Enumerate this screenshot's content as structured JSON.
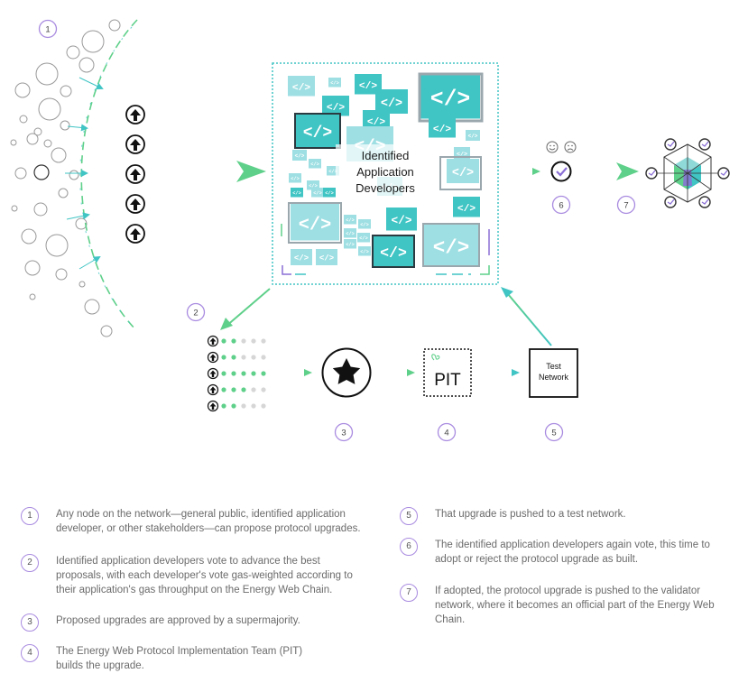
{
  "colors": {
    "accent_purple": "#9a7fe0",
    "teal": "#40c4c4",
    "light_teal": "#9edfe3",
    "green": "#5fd08a",
    "dark": "#1c1c1c",
    "grey_text": "#6b6b6b"
  },
  "center_box": {
    "label_line1": "Identified",
    "label_line2": "Application",
    "label_line3": "Developers",
    "code_icon": "code-brackets-icon"
  },
  "flow": {
    "pit_label": "PIT",
    "test_network_line1": "Test",
    "test_network_line2": "Network",
    "star_icon": "star-icon",
    "check_icon": "check-circle-icon",
    "happy_icon": "happy-face-icon",
    "sad_icon": "sad-face-icon",
    "validator_icon": "validator-network-icon"
  },
  "step_numbers": [
    "1",
    "2",
    "3",
    "4",
    "5",
    "6",
    "7"
  ],
  "legend": [
    {
      "num": "1",
      "text": "Any node on the network—general public, identified application developer, or other stakeholders—can propose protocol upgrades."
    },
    {
      "num": "2",
      "text": "Identified application developers vote to advance the best proposals, with each developer's vote gas-weighted according to their application's gas throughput on the Energy Web Chain."
    },
    {
      "num": "3",
      "text": "Proposed upgrades are approved by a supermajority."
    },
    {
      "num": "4",
      "text": "The Energy Web Protocol Implementation Team (PIT) builds the upgrade."
    },
    {
      "num": "5",
      "text": "That upgrade is pushed to a test network."
    },
    {
      "num": "6",
      "text": "The identified application developers again vote, this time to adopt or reject the protocol upgrade as built."
    },
    {
      "num": "7",
      "text": "If adopted, the protocol upgrade is pushed to the validator network, where it becomes an official part of the Energy Web Chain."
    }
  ]
}
